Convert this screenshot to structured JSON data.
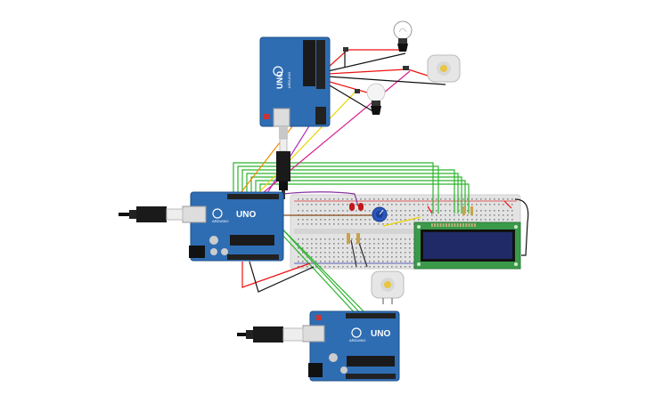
{
  "boards": {
    "top": {
      "model": "UNO",
      "brand": "ARDUINO"
    },
    "middle": {
      "model": "UNO",
      "brand": "ARDUINO"
    },
    "bottom": {
      "model": "UNO",
      "brand": "ARDUINO"
    }
  },
  "lcd": {
    "line1": "",
    "line2": ""
  },
  "colors": {
    "board": "#2f6db3",
    "board_edge": "#1d4f8a",
    "breadboard": "#e6e6e6",
    "lcd_pcb": "#3a9a4a",
    "lcd_screen": "#1f2a66",
    "wire_green": "#2db52d",
    "wire_red": "#e11",
    "wire_black": "#111",
    "wire_orange": "#f08a00",
    "wire_yellow": "#e8d400",
    "wire_purple": "#b02fc0",
    "wire_magenta": "#d81b8c",
    "wire_brown": "#8b4a1a"
  },
  "icons": [
    "usb-cable-icon",
    "light-bulb-icon",
    "dc-motor-icon",
    "potentiometer-icon",
    "led-icon",
    "resistor-icon",
    "push-button-icon"
  ]
}
